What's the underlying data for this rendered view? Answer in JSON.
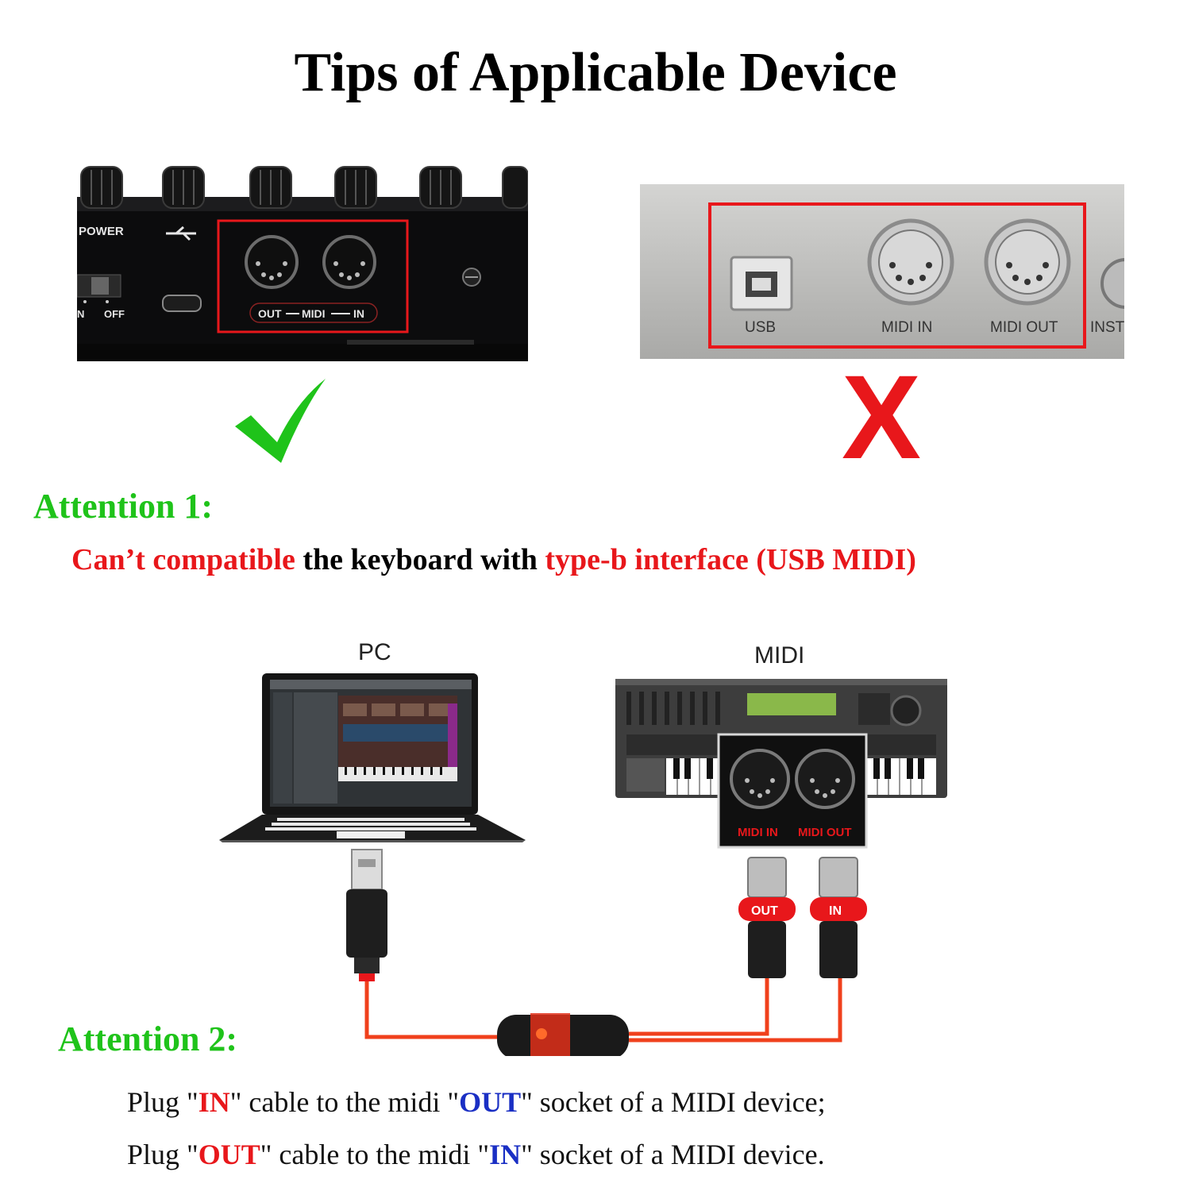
{
  "title": "Tips of Applicable Device",
  "devices": {
    "good": {
      "power_label": "POWER",
      "on_label": "N",
      "off_label": "OFF",
      "port_out": "OUT",
      "port_midi": "MIDI",
      "port_in": "IN"
    },
    "bad": {
      "usb_label": "USB",
      "midi_in_label": "MIDI IN",
      "midi_out_label": "MIDI OUT",
      "inst_label": "INST"
    },
    "mark_ok": "check-icon",
    "mark_bad": "X"
  },
  "attention1": {
    "heading": "Attention 1:",
    "part1": "Can’t compatible",
    "part2": " the keyboard with ",
    "part3": "type-b interface (USB MIDI)"
  },
  "diagram": {
    "pc_label": "PC",
    "midi_label": "MIDI",
    "panel_in": "MIDI IN",
    "panel_out": "MIDI OUT",
    "plug_out": "OUT",
    "plug_in": "IN"
  },
  "attention2": {
    "heading": "Attention 2:",
    "l1_a": "Plug \"",
    "l1_b": "IN",
    "l1_c": "\" cable to the midi \"",
    "l1_d": "OUT",
    "l1_e": "\" socket of a MIDI device;",
    "l2_a": "Plug \"",
    "l2_b": "OUT",
    "l2_c": "\" cable to the midi \"",
    "l2_d": "IN",
    "l2_e": "\" socket of a MIDI device."
  },
  "colors": {
    "red": "#e8171b",
    "green": "#1fc31a",
    "blue": "#1a2fc4",
    "cable": "#f0401c"
  }
}
